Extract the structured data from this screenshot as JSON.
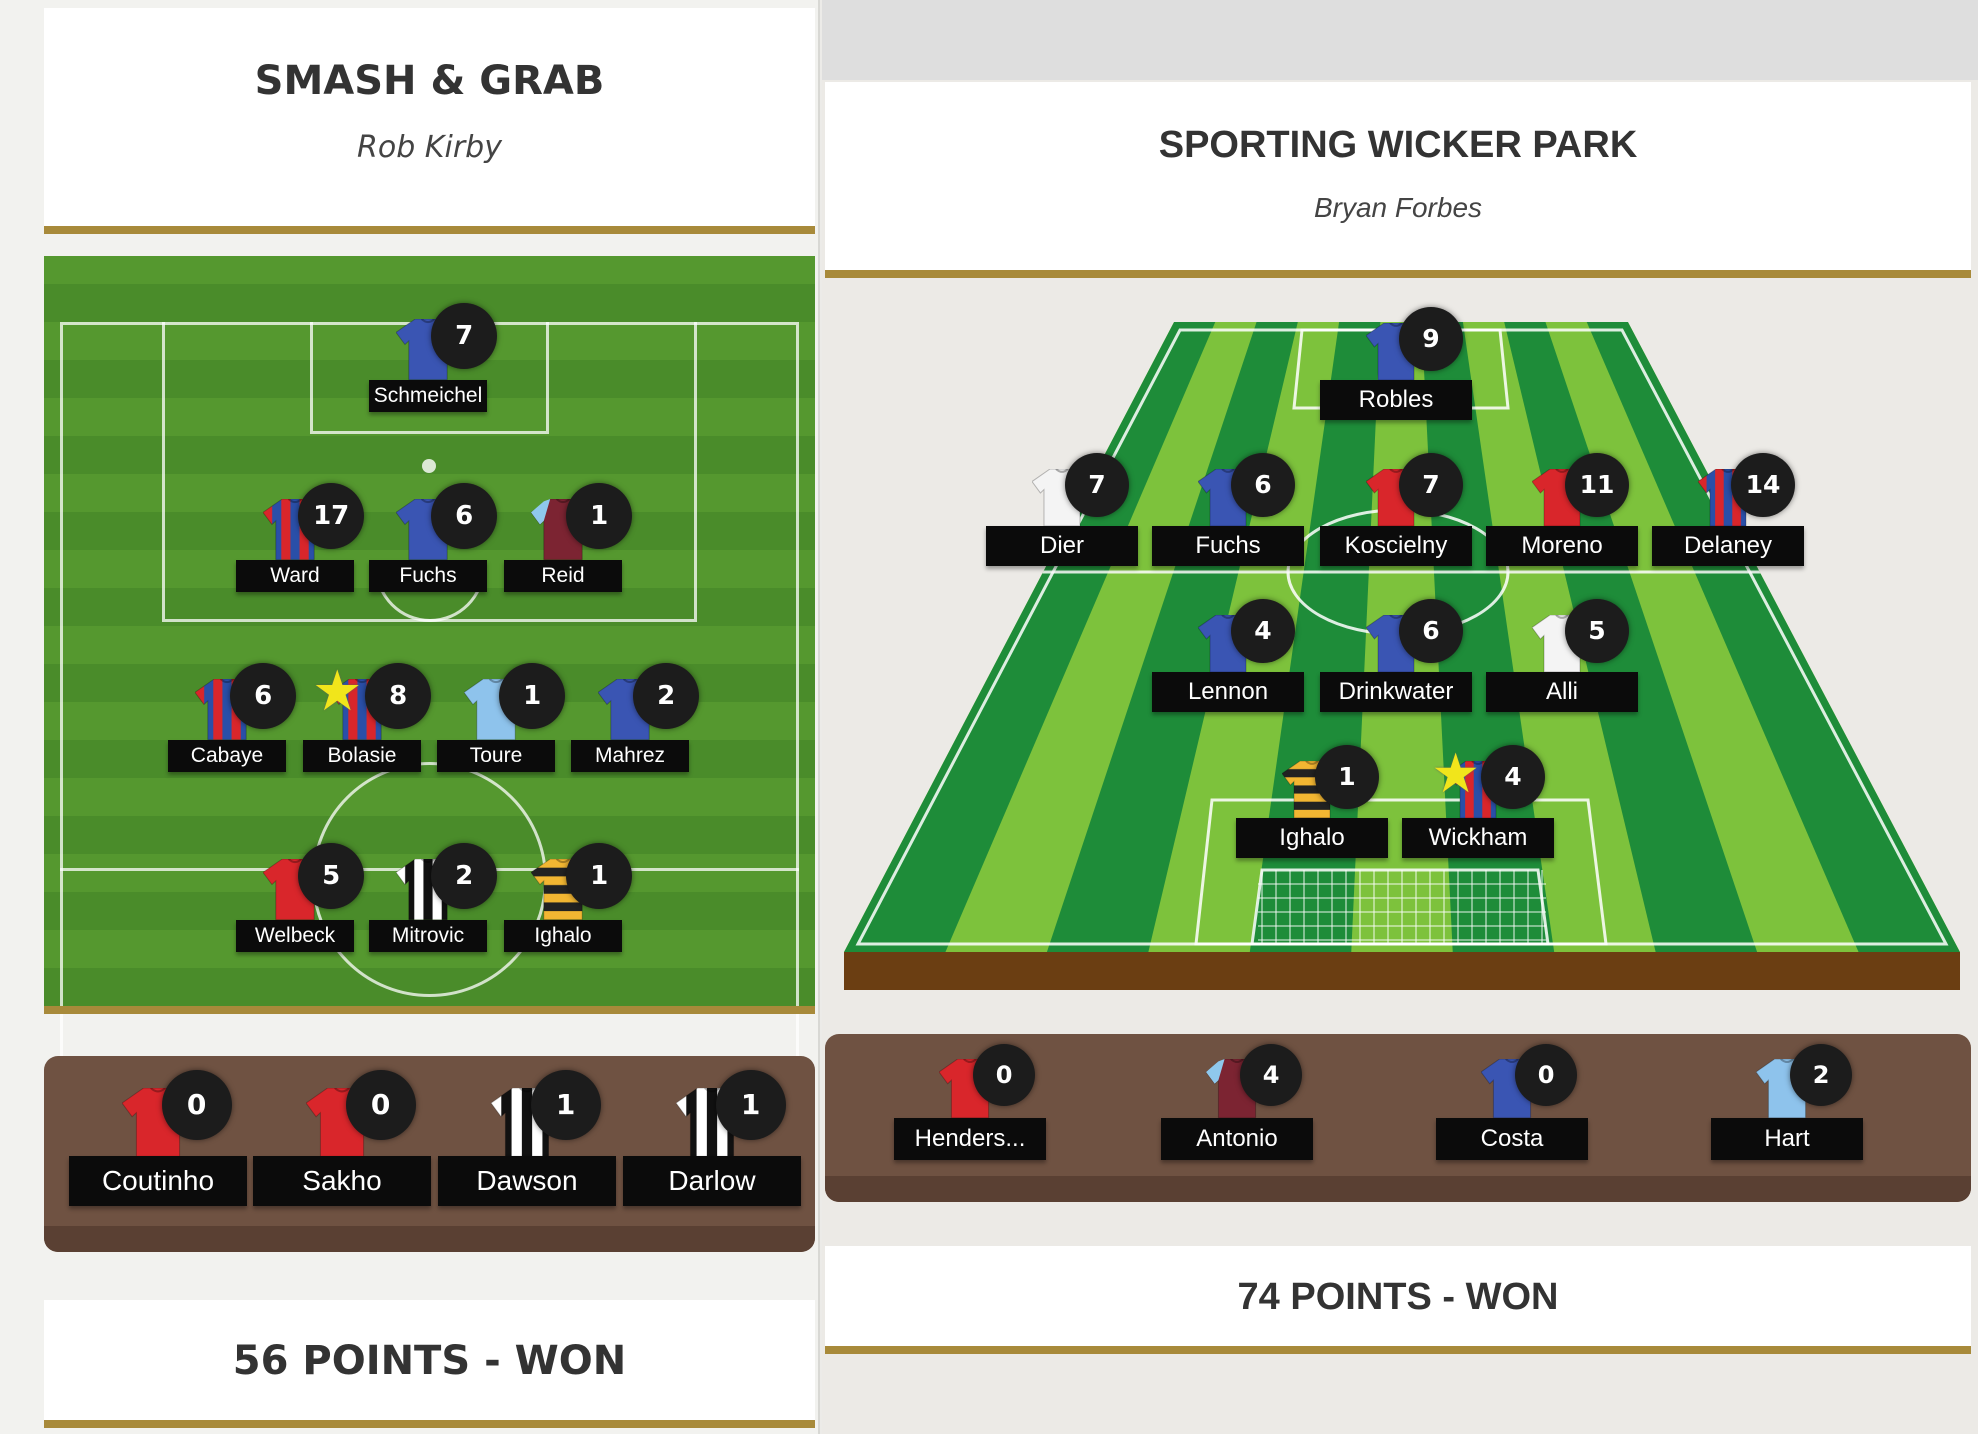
{
  "left": {
    "title": "SMASH & GRAB",
    "manager": "Rob Kirby",
    "result": "56 POINTS - WON",
    "players": [
      {
        "name": "Schmeichel",
        "points": "7",
        "shirt": "blue"
      },
      {
        "name": "Ward",
        "points": "17",
        "shirt": "redblue"
      },
      {
        "name": "Fuchs",
        "points": "6",
        "shirt": "blue"
      },
      {
        "name": "Reid",
        "points": "1",
        "shirt": "claret"
      },
      {
        "name": "Cabaye",
        "points": "6",
        "shirt": "redblue"
      },
      {
        "name": "Bolasie",
        "points": "8",
        "shirt": "redblue",
        "captain": true
      },
      {
        "name": "Toure",
        "points": "1",
        "shirt": "skyblue"
      },
      {
        "name": "Mahrez",
        "points": "2",
        "shirt": "blue"
      },
      {
        "name": "Welbeck",
        "points": "5",
        "shirt": "red"
      },
      {
        "name": "Mitrovic",
        "points": "2",
        "shirt": "blackwhite"
      },
      {
        "name": "Ighalo",
        "points": "1",
        "shirt": "yellowblack"
      }
    ],
    "bench": [
      {
        "name": "Coutinho",
        "points": "0",
        "shirt": "red"
      },
      {
        "name": "Sakho",
        "points": "0",
        "shirt": "red"
      },
      {
        "name": "Dawson",
        "points": "1",
        "shirt": "blackwhite"
      },
      {
        "name": "Darlow",
        "points": "1",
        "shirt": "blackwhite"
      }
    ]
  },
  "right": {
    "title": "SPORTING WICKER PARK",
    "manager": "Bryan Forbes",
    "result": "74 POINTS - WON",
    "players": [
      {
        "name": "Robles",
        "points": "9",
        "shirt": "blue"
      },
      {
        "name": "Dier",
        "points": "7",
        "shirt": "white"
      },
      {
        "name": "Fuchs",
        "points": "6",
        "shirt": "blue"
      },
      {
        "name": "Koscielny",
        "points": "7",
        "shirt": "red"
      },
      {
        "name": "Moreno",
        "points": "11",
        "shirt": "red"
      },
      {
        "name": "Delaney",
        "points": "14",
        "shirt": "redblue"
      },
      {
        "name": "Lennon",
        "points": "4",
        "shirt": "blue"
      },
      {
        "name": "Drinkwater",
        "points": "6",
        "shirt": "blue"
      },
      {
        "name": "Alli",
        "points": "5",
        "shirt": "white"
      },
      {
        "name": "Ighalo",
        "points": "1",
        "shirt": "yellowblack"
      },
      {
        "name": "Wickham",
        "points": "4",
        "shirt": "redblue",
        "captain": true
      }
    ],
    "bench": [
      {
        "name": "Henders...",
        "points": "0",
        "shirt": "red"
      },
      {
        "name": "Antonio",
        "points": "4",
        "shirt": "claret"
      },
      {
        "name": "Costa",
        "points": "0",
        "shirt": "blue"
      },
      {
        "name": "Hart",
        "points": "2",
        "shirt": "skyblue"
      }
    ]
  },
  "colors": {
    "gold": "#a88a3a",
    "pitch_dark": "#1e8c39",
    "pitch_light": "#7dc23c",
    "bench": "#6f5242"
  }
}
